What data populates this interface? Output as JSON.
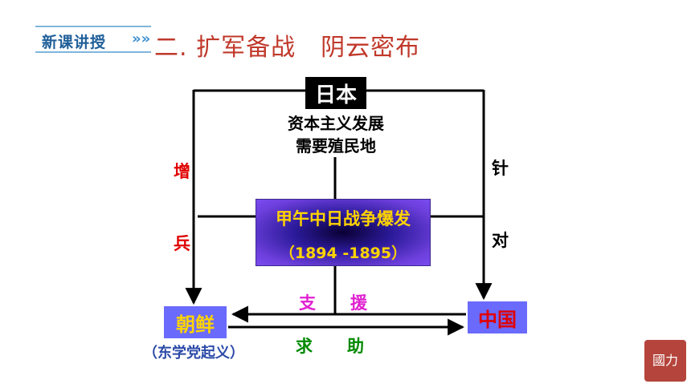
{
  "header": {
    "badge_label": "新课讲授",
    "badge_chevrons": "»»",
    "title": "二. 扩军备战　阴云密布"
  },
  "diagram": {
    "japan": "日本",
    "japan_desc_line1": "资本主义发展",
    "japan_desc_line2": "需要殖民地",
    "war_title": "甲午中日战争爆发",
    "war_years": "（1894 -1895）",
    "korea": "朝鲜",
    "korea_sub": "（东学党起义）",
    "china": "中国",
    "left_label_top": "增",
    "left_label_bottom": "兵",
    "right_label_top": "针",
    "right_label_bottom": "对",
    "support_1": "支",
    "support_2": "援",
    "help_1": "求",
    "help_2": "助"
  },
  "seal": {
    "text": "國力"
  },
  "colors": {
    "title": "#c0392b",
    "badge": "#1f5f99",
    "node_box": "#6a6afc",
    "war_text": "#ffd400"
  }
}
